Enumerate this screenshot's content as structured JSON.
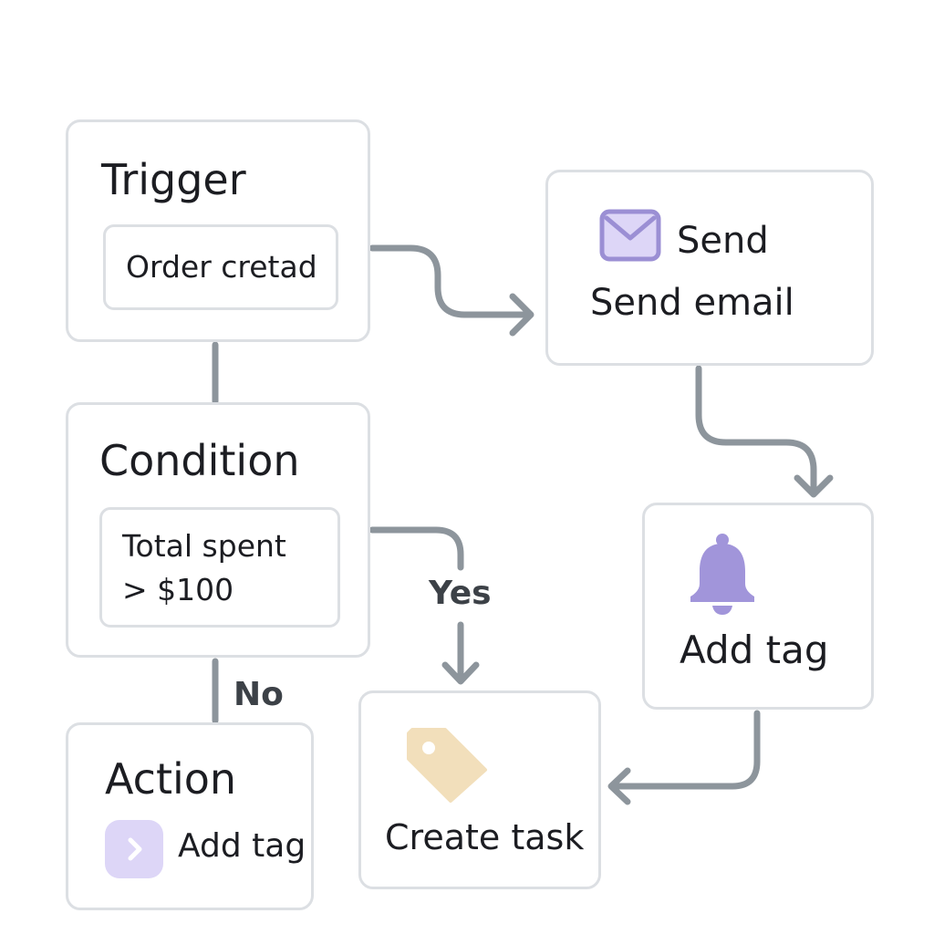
{
  "colors": {
    "node_border": "#dcdfe3",
    "connector": "#8d959c",
    "icon_purple": "#a195da",
    "icon_purple_light": "#ddd6f7",
    "icon_tag": "#f2dfbb",
    "text": "#1c1d22",
    "edge_label": "#3c4147"
  },
  "trigger": {
    "title": "Trigger",
    "value": "Order cretad"
  },
  "condition": {
    "title": "Condition",
    "value": "Total spent\n> $100"
  },
  "action": {
    "title": "Action",
    "item_icon": "chevron-right-icon",
    "item_label": "Add tag"
  },
  "send_email": {
    "icon": "envelope-icon",
    "title": "Send",
    "label": "Send email"
  },
  "add_tag": {
    "icon": "bell-icon",
    "label": "Add tag"
  },
  "create_task": {
    "icon": "tag-icon",
    "label": "Create task"
  },
  "edges": {
    "yes_label": "Yes",
    "no_label": "No"
  }
}
